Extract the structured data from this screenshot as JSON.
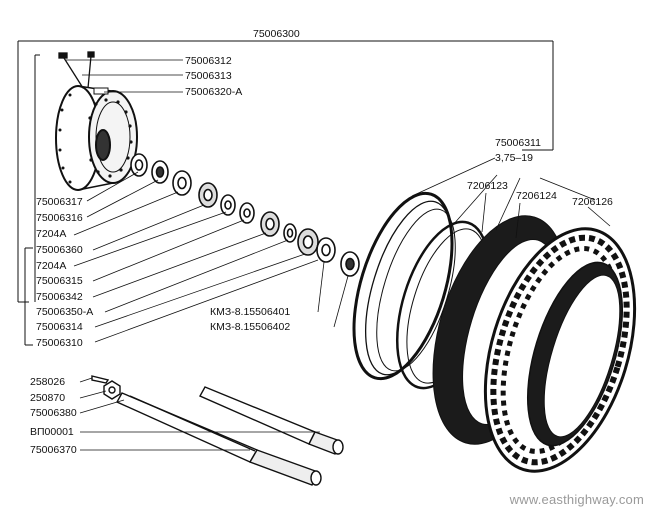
{
  "assembly_number": "75006300",
  "callouts_left": [
    "75006312",
    "75006313",
    "75006320-А",
    "75006317",
    "75006316",
    "7204А",
    "75006360",
    "7204А",
    "75006315",
    "75006342",
    "75006350-А",
    "75006314",
    "75006310"
  ],
  "callouts_kmz": [
    "КМЗ-8.15506401",
    "КМЗ-8.15506402"
  ],
  "callouts_wheel": [
    "75006311",
    "3,75–19",
    "7206123",
    "7206124",
    "7206126"
  ],
  "callouts_axle": [
    "258026",
    "250870",
    "75006380",
    "ВП00001",
    "75006370"
  ],
  "watermark": "www.easthighway.com",
  "colors": {
    "ink": "#111111",
    "watermark": "#9a9a9a"
  }
}
